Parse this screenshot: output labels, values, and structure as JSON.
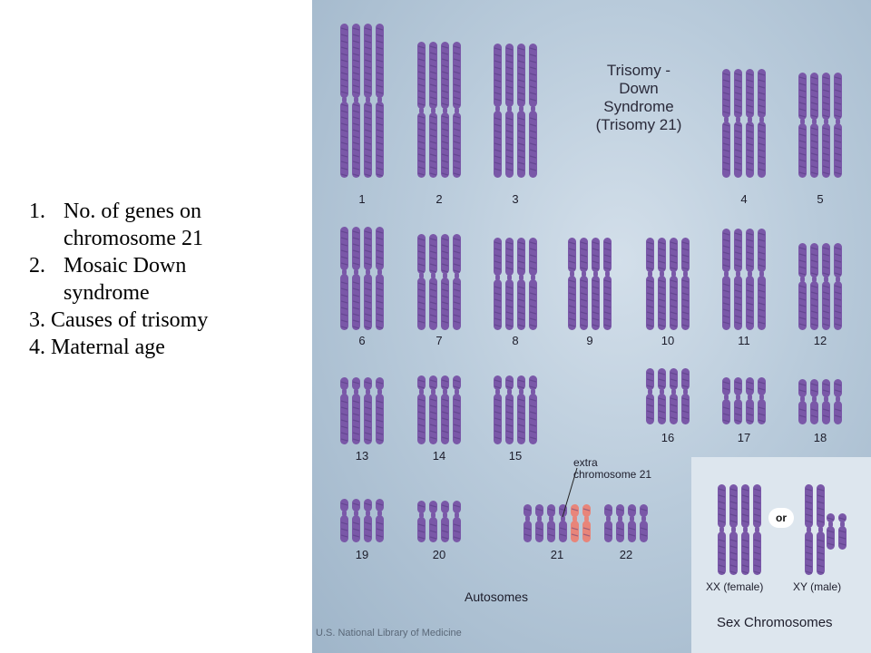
{
  "slide_list": {
    "items": [
      {
        "number": "1.",
        "text": "No. of genes on",
        "continuation": "chromosome 21"
      },
      {
        "number": "2.",
        "text": "Mosaic Down",
        "continuation": "syndrome"
      },
      {
        "number": "3.",
        "text": "Causes of trisomy"
      },
      {
        "number": "4.",
        "text": "Maternal age"
      }
    ]
  },
  "karyotype": {
    "title_lines": [
      "Trisomy -",
      "Down",
      "Syndrome",
      "(Trisomy 21)"
    ],
    "extra_label_lines": [
      "extra",
      "chromosome 21"
    ],
    "autosomes_label": "Autosomes",
    "credit": "U.S. National Library of Medicine",
    "or_label": "or",
    "xx_label": "XX (female)",
    "xy_label": "XY (male)",
    "sex_chromosomes_label": "Sex Chromosomes",
    "chromosome_numbers": [
      "1",
      "2",
      "3",
      "4",
      "5",
      "6",
      "7",
      "8",
      "9",
      "10",
      "11",
      "12",
      "13",
      "14",
      "15",
      "16",
      "17",
      "18",
      "19",
      "20",
      "21",
      "22"
    ],
    "chromosome_color": "#7a58a8",
    "extra_chromosome_color": "#e8857a",
    "background_color": "#b9cbdb"
  }
}
